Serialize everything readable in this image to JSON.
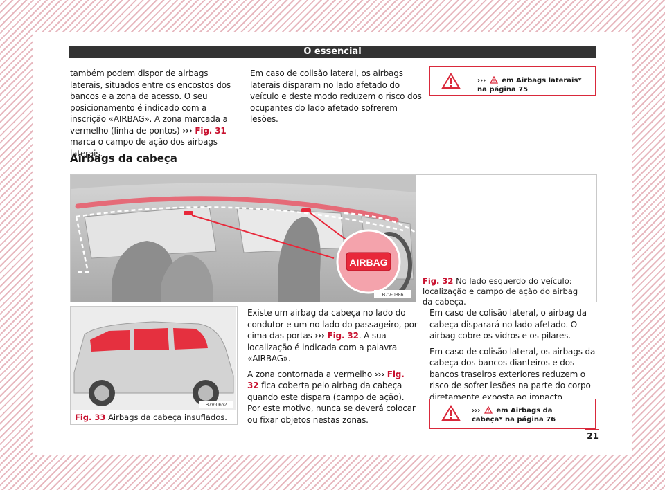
{
  "header": {
    "title": "O essencial"
  },
  "intro": {
    "col1_text": "também podem dispor de airbags laterais, si­tuados entre os encostos dos bancos e a zo­na de acesso. O seu posicionamento é indi­cado com a inscrição «AIRBAG». A zona mar­cada a vermelho (linha de pontos)",
    "col1_ref": "Fig. 31",
    "col1_end": "marca o campo de ação dos airbags laterais.",
    "col2_text": "Em caso de colisão lateral, os airbags late­rais disparam no lado afetado do veículo e deste modo reduzem o risco dos ocupantes do lado afetado sofrerem lesões."
  },
  "warning1": {
    "text": "em Airbags laterais* na página 75"
  },
  "section": {
    "title": "Airbags da cabeça"
  },
  "figure32": {
    "code": "B7V-0886",
    "airbag_label": "AIRBAG",
    "caption_label": "Fig. 32",
    "caption_text": "No lado esquerdo do veículo: localização e campo de ação do airbag da cabeça."
  },
  "figure33": {
    "code": "B7V-0662",
    "caption_label": "Fig. 33",
    "caption_text": "Airbags da cabeça insuflados."
  },
  "body": {
    "p1_a": "Existe um airbag da cabeça no lado do con­dutor e um no lado do passageiro, por cima das portas",
    "p1_ref": "Fig. 32",
    "p1_b": ". A sua localização é in­dicada com a palavra «AIRBAG».",
    "p2_a": "A zona contornada a vermelho",
    "p2_ref": "Fig. 32",
    "p2_b": "fica coberta pelo airbag da cabeça quando este dispara (campo de ação). Por este motivo, nunca se deverá colocar ou fixar objetos nes­tas zonas.",
    "p3": "Em caso de colisão lateral, o airbag da cabe­ça disparará no lado afetado. O airbag cobre os vidros e os pilares.",
    "p4": "Em caso de colisão lateral, os airbags da ca­beça dos bancos dianteiros e dos bancos tra­seiros exteriores reduzem o risco de sofrer le­sões na parte do corpo diretamente exposta ao impacto."
  },
  "warning2": {
    "text": "em Airbags da cabeça* na página 76"
  },
  "arrows_glyph": "›››",
  "page_number": "21",
  "colors": {
    "accent_red": "#c8102e",
    "header_bg": "#333333",
    "airbag_red": "#e8283a"
  }
}
